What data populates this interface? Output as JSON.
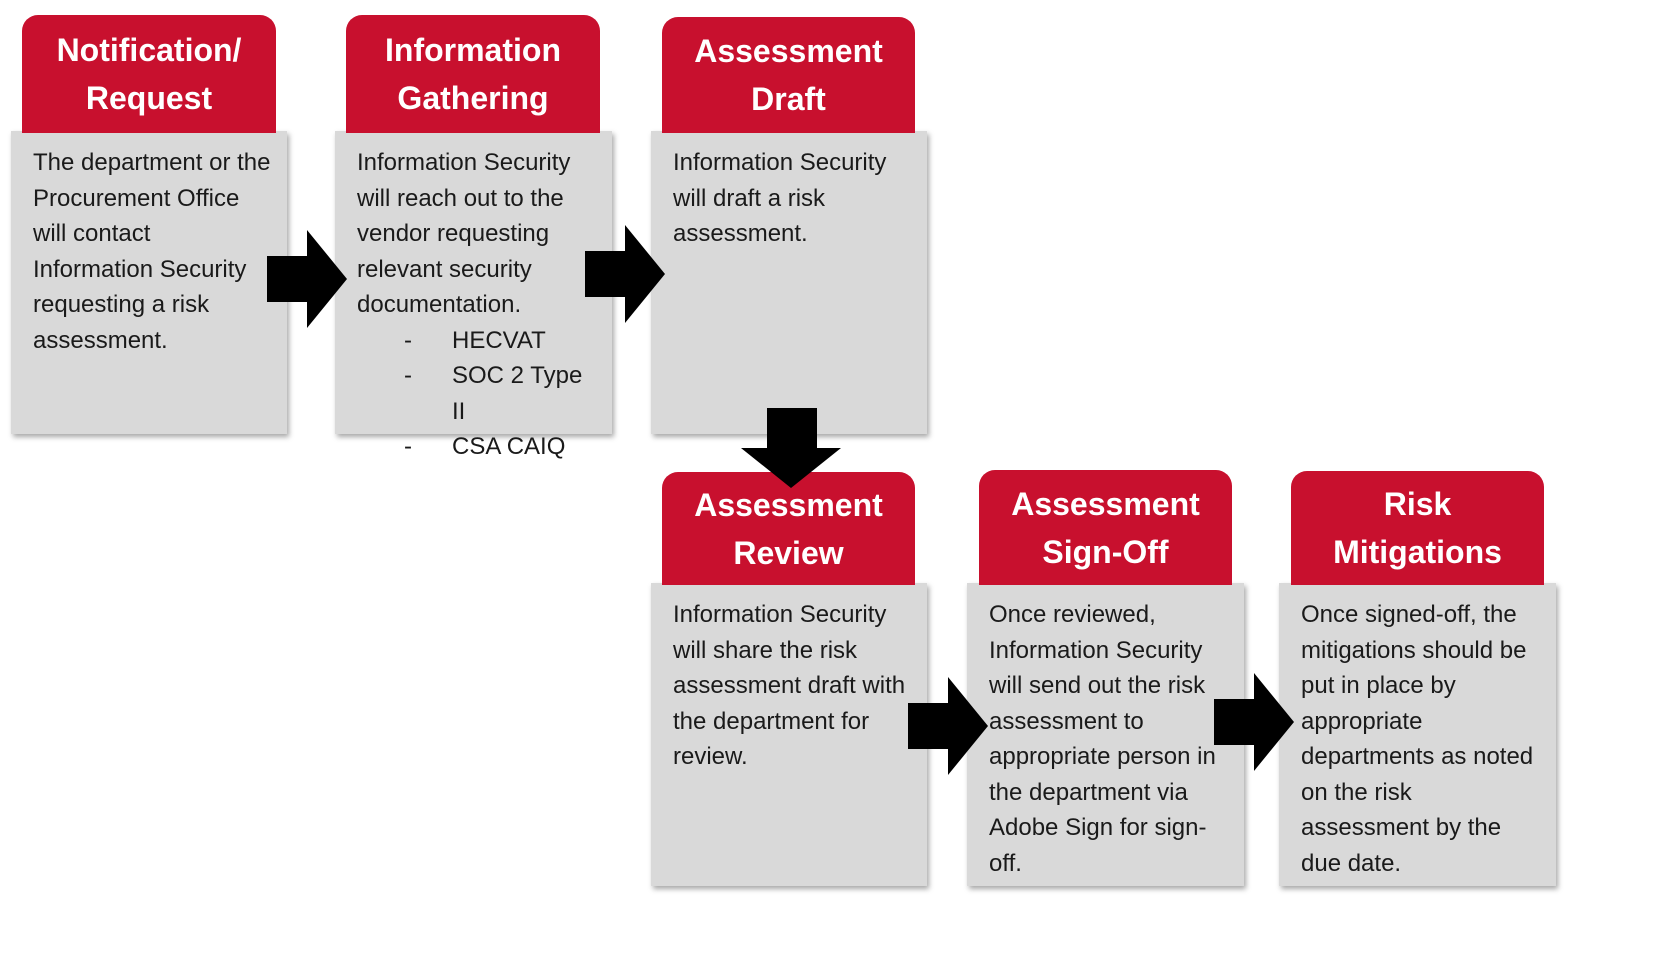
{
  "colors": {
    "header_red": "#c8102e",
    "box_gray": "#d9d9d9",
    "arrow": "#000000"
  },
  "steps": [
    {
      "title": "Notification/\nRequest",
      "body": "The department or the Procurement Office will contact Information Security requesting a risk assessment."
    },
    {
      "title": "Information\nGathering",
      "body": "Information Security will reach out to the vendor requesting relevant security documentation.",
      "list": [
        "HECVAT",
        "SOC 2 Type II",
        "CSA CAIQ"
      ]
    },
    {
      "title": "Assessment\nDraft",
      "body": "Information Security will draft a risk assessment."
    },
    {
      "title": "Assessment\nReview",
      "body": "Information Security will share the risk assessment draft with the department for review."
    },
    {
      "title": "Assessment\nSign-Off",
      "body": "Once reviewed, Information Security will send out the risk assessment to appropriate person in the department via Adobe Sign for sign-off."
    },
    {
      "title": "Risk\nMitigations",
      "body": "Once signed-off, the mitigations should be put in place by appropriate departments as noted on the risk assessment by the due date."
    }
  ]
}
